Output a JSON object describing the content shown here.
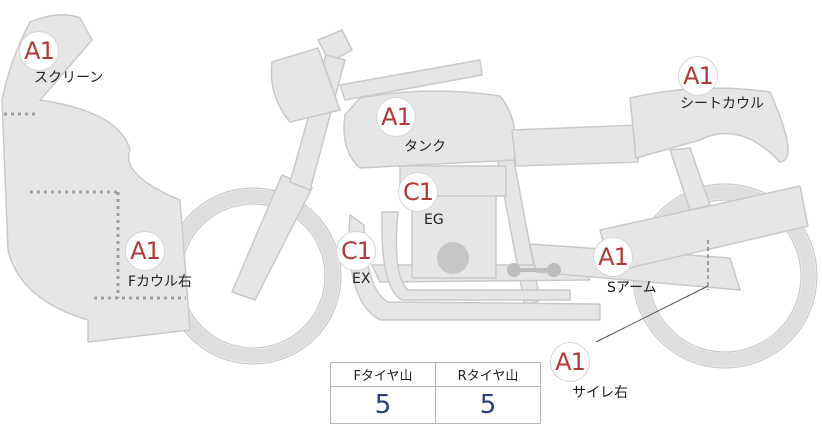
{
  "parts": {
    "screen": {
      "grade": "A1",
      "label": "スクリーン"
    },
    "tank": {
      "grade": "A1",
      "label": "タンク"
    },
    "seatcowl": {
      "grade": "A1",
      "label": "シートカウル"
    },
    "engine": {
      "grade": "C1",
      "label": "EG"
    },
    "exhaust": {
      "grade": "C1",
      "label": "EX"
    },
    "fcowl": {
      "grade": "A1",
      "label": "Fカウル右"
    },
    "swingarm": {
      "grade": "A1",
      "label": "Sアーム"
    },
    "muffler": {
      "grade": "A1",
      "label": "サイレ右"
    }
  },
  "tires": {
    "front_header": "Fタイヤ山",
    "rear_header": "Rタイヤ山",
    "front_value": "5",
    "rear_value": "5"
  },
  "colors": {
    "body_fill": "#e6e6e6",
    "outline": "#c9c9c9",
    "grade_text": "#b23a3a",
    "tire_value": "#2b3f7a"
  }
}
